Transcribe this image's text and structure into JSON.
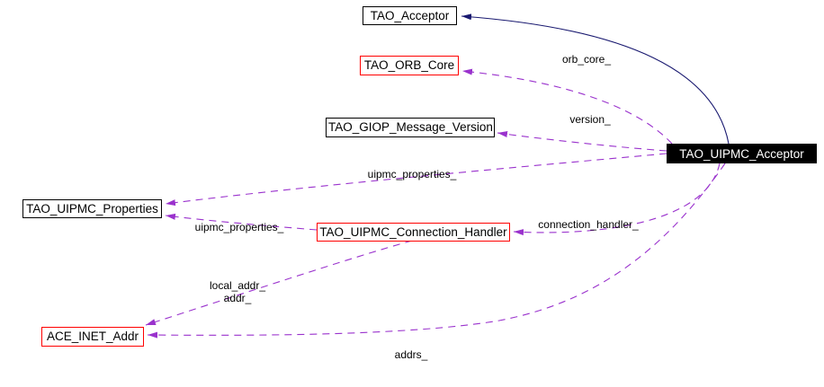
{
  "colors": {
    "background": "#ffffff",
    "inheritance_edge": "#191970",
    "usage_edge": "#9a32cd",
    "node_border": "#000000",
    "truncated_node_border": "#ff0000",
    "current_node_bg": "#000000",
    "current_node_text": "#ffffff",
    "text": "#000000"
  },
  "nodes": {
    "tao_acceptor": {
      "label": "TAO_Acceptor"
    },
    "tao_orb_core": {
      "label": "TAO_ORB_Core"
    },
    "tao_giop_message_version": {
      "label": "TAO_GIOP_Message_Version"
    },
    "tao_uipmc_acceptor": {
      "label": "TAO_UIPMC_Acceptor"
    },
    "tao_uipmc_properties": {
      "label": "TAO_UIPMC_Properties"
    },
    "tao_uipmc_connection_handler": {
      "label": "TAO_UIPMC_Connection_Handler"
    },
    "ace_inet_addr": {
      "label": "ACE_INET_Addr"
    }
  },
  "edges": {
    "orb_core": {
      "label": "orb_core_"
    },
    "version": {
      "label": "version_"
    },
    "uipmc_properties_from_acceptor": {
      "label": "uipmc_properties_"
    },
    "uipmc_properties_from_handler": {
      "label": "uipmc_properties_"
    },
    "connection_handler": {
      "label": "connection_handler_"
    },
    "local_addr": {
      "label": "local_addr_"
    },
    "addr": {
      "label": "addr_"
    },
    "addrs": {
      "label": "addrs_"
    }
  }
}
